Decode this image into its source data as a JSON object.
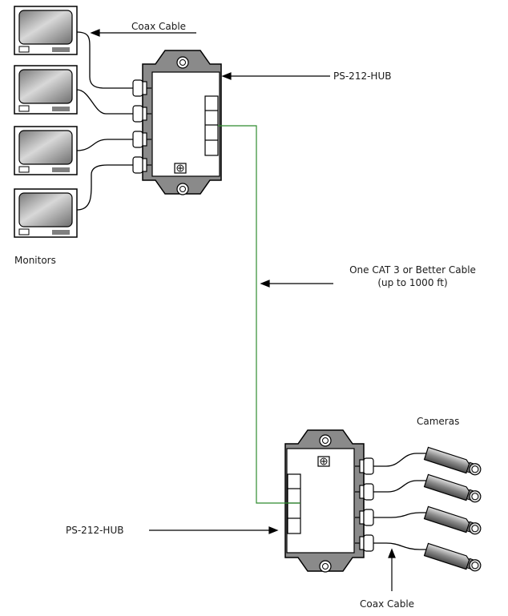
{
  "labels": {
    "coax_cable_top": "Coax Cable",
    "hub_top": "PS-212-HUB",
    "monitors": "Monitors",
    "cat3_line1": "One CAT 3 or Better Cable",
    "cat3_line2": "(up to 1000 ft)",
    "cameras": "Cameras",
    "hub_bottom": "PS-212-HUB",
    "coax_cable_bottom": "Coax Cable"
  },
  "colors": {
    "line": "#000000",
    "cat_cable": "#2e8b2e",
    "hub_body": "#8a8a8a",
    "screen": "#9a9a9a"
  },
  "icons": {
    "monitor": "crt-monitor-icon",
    "camera": "security-camera-icon",
    "hub": "hub-box-icon"
  }
}
